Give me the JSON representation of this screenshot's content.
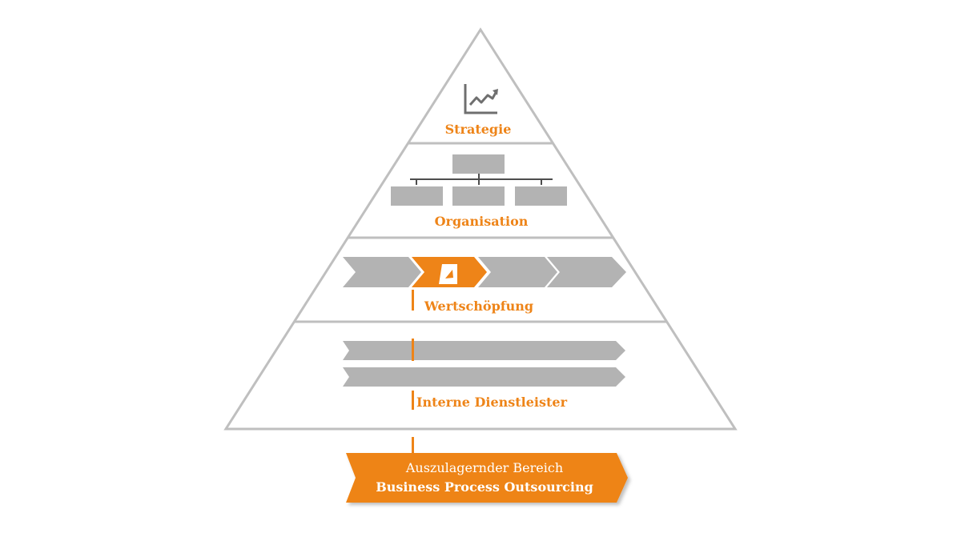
{
  "pyramid": {
    "levels": [
      {
        "label": "Strategie",
        "icon": "line-chart-icon"
      },
      {
        "label": "Organisation",
        "icon": "org-chart-icon"
      },
      {
        "label": "Wertschöpfung",
        "icon": "process-chevrons"
      },
      {
        "label": "Interne Dienstleister",
        "icon": "service-bars"
      }
    ]
  },
  "outsourcing": {
    "line1": "Auszulagernder Bereich",
    "line2": "Business Process Outsourcing"
  },
  "colors": {
    "accent": "#ee8418",
    "gray": "#b3b3b3",
    "outline": "#bfbfbf",
    "icon_dark": "#6f6f6f"
  }
}
